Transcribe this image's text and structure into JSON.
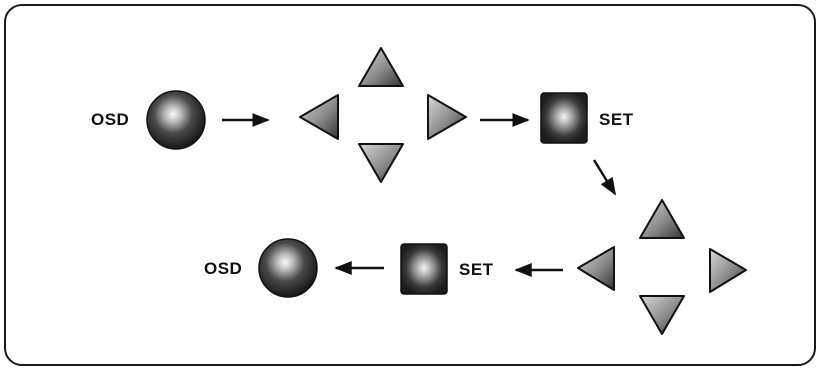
{
  "flow": {
    "row1": {
      "osd_label": "OSD",
      "set_label": "SET"
    },
    "row2": {
      "osd_label": "OSD",
      "set_label": "SET"
    }
  },
  "icons": {
    "osd_button": "osd-round-button-icon",
    "set_button": "set-square-button-icon",
    "up": "up-triangle-icon",
    "down": "down-triangle-icon",
    "left": "left-triangle-icon",
    "right": "right-triangle-icon",
    "arrow": "flow-arrow-icon"
  },
  "colors": {
    "button_dark": "#2a2a2a",
    "button_highlight": "#f2f2f2",
    "triangle_mid": "#8c8c8c",
    "stroke": "#111111"
  }
}
